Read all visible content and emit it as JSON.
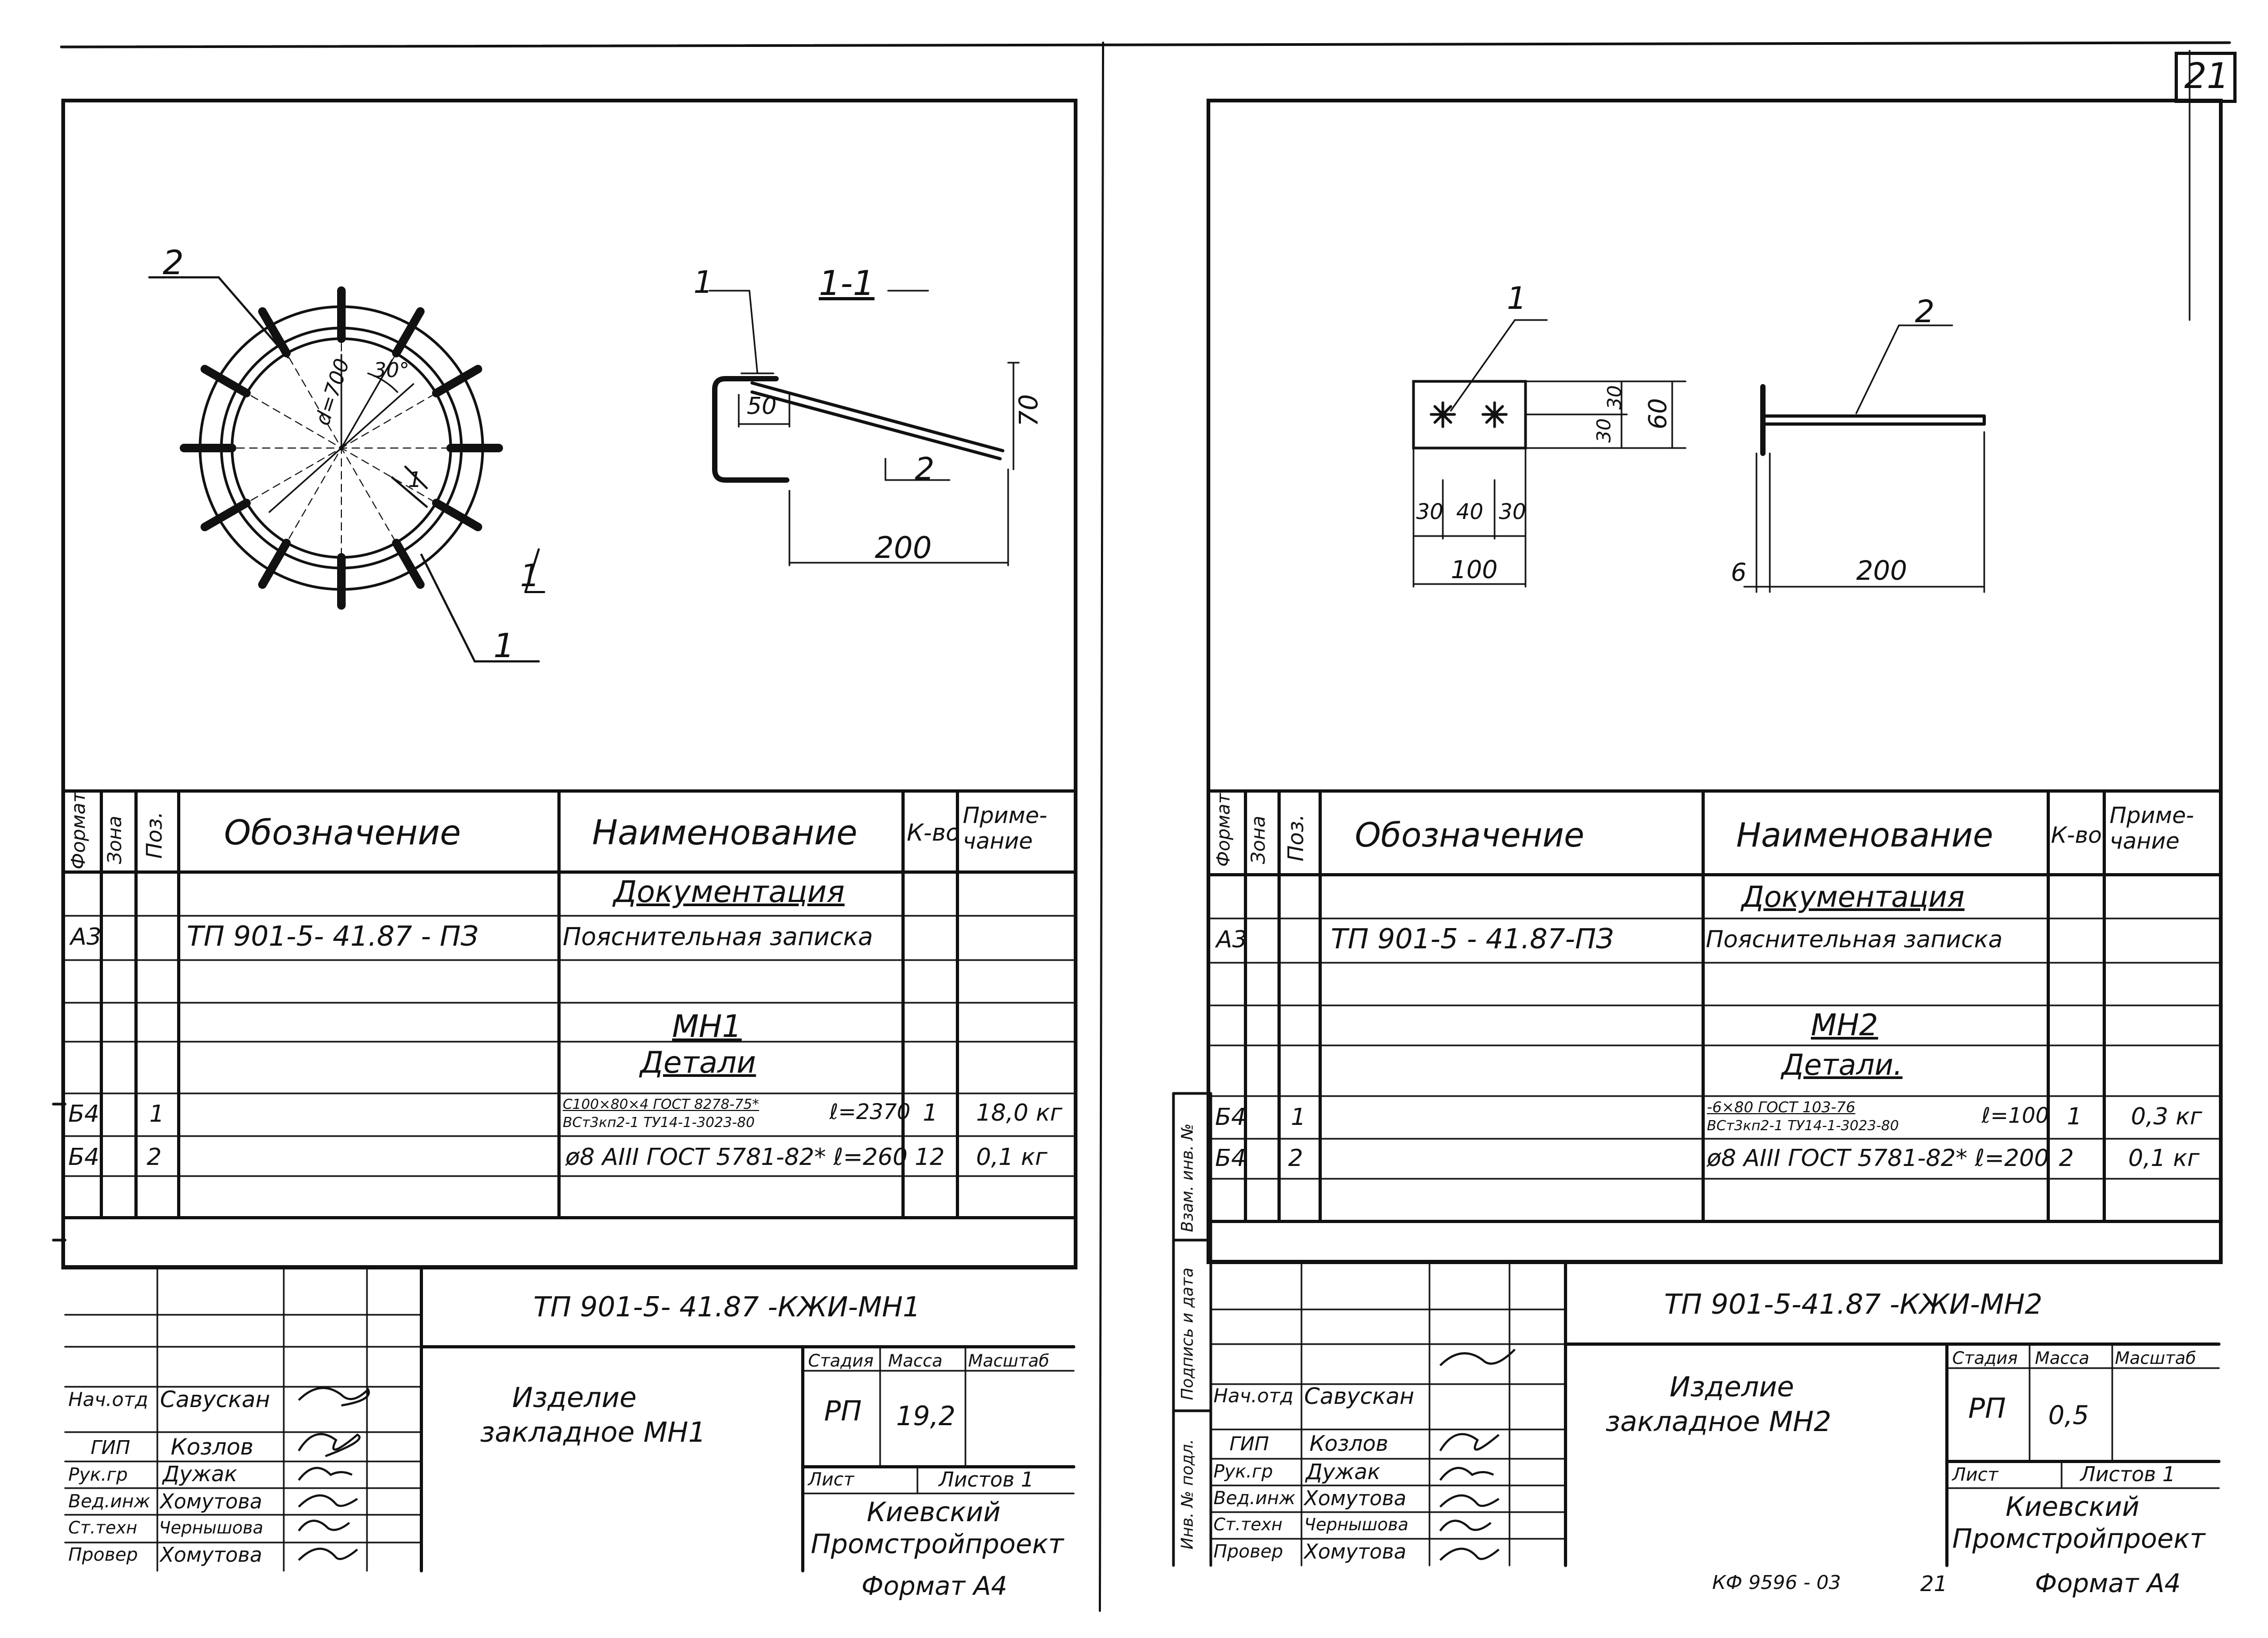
{
  "page_number": "21",
  "left": {
    "title_block": {
      "code": "ТП 901-5- 41.87 -КЖИ-МН1",
      "item_name_line1": "Изделие",
      "item_name_line2": "закладное  МН1",
      "stage_header": "Стадия",
      "mass_header": "Масса",
      "scale_header": "Масштаб",
      "stage": "РП",
      "mass": "19,2",
      "sheet_label": "Лист",
      "sheets_label": "Листов 1",
      "org_line1": "Киевский",
      "org_line2": "Промстройпроект",
      "people": [
        {
          "role": "Нач.отд",
          "name": "Савускан"
        },
        {
          "role": "ГИП",
          "name": "Козлов"
        },
        {
          "role": "Рук.гр",
          "name": "Дужак"
        },
        {
          "role": "Вед.инж",
          "name": "Хомутова"
        },
        {
          "role": "Ст.техн",
          "name": "Чернышова"
        },
        {
          "role": "Провер",
          "name": "Хомутова"
        }
      ],
      "format": "Формат  А4"
    },
    "spec": {
      "headers": {
        "format": "Формат",
        "zone": "Зона",
        "pos": "Поз.",
        "designation": "Обозначение",
        "name": "Наименование",
        "qty": "К-во",
        "note": "Приме-чание"
      },
      "section_docs": "Документация",
      "doc_row": {
        "format": "А3",
        "designation": "ТП 901-5- 41.87 - ПЗ",
        "name": "Пояснительная  записка"
      },
      "item_title": "МН1",
      "details_title": "Детали",
      "rows": [
        {
          "format": "Б4",
          "pos": "1",
          "name_top": "С100×80×4 ГОСТ 8278-75*",
          "name_bottom": "ВСт3кп2-1 ТУ14-1-3023-80",
          "length": "ℓ=2370",
          "qty": "1",
          "note": "18,0 кг"
        },
        {
          "format": "Б4",
          "pos": "2",
          "name": "ø8 АIII ГОСТ 5781-82* ℓ=260",
          "qty": "12",
          "note": "0,1 кг"
        }
      ]
    },
    "drawing": {
      "leader_1": "1",
      "leader_2": "2",
      "angle": "30°",
      "diameter": "d=700",
      "section_title": "1-1",
      "section_mark": "1",
      "dim_50": "50",
      "dim_70": "70",
      "dim_200": "200",
      "sec_leader_1": "1",
      "sec_leader_2": "2",
      "cut_mark_1": "1",
      "cut_mark_2": "1"
    }
  },
  "right": {
    "title_block": {
      "code": "ТП 901-5-41.87 -КЖИ-МН2",
      "item_name_line1": "Изделие",
      "item_name_line2": "закладное  МН2",
      "stage_header": "Стадия",
      "mass_header": "Масса",
      "scale_header": "Масштаб",
      "stage": "РП",
      "mass": "0,5",
      "sheet_label": "Лист",
      "sheets_label": "Листов 1",
      "org_line1": "Киевский",
      "org_line2": "Промстройпроект",
      "people": [
        {
          "role": "Нач.отд",
          "name": "Савускан"
        },
        {
          "role": "ГИП",
          "name": "Козлов"
        },
        {
          "role": "Рук.гр",
          "name": "Дужак"
        },
        {
          "role": "Вед.инж",
          "name": "Хомутова"
        },
        {
          "role": "Ст.техн",
          "name": "Чернышова"
        },
        {
          "role": "Провер",
          "name": "Хомутова"
        }
      ],
      "format": "Формат  А4",
      "archive_code": "КФ 9596 - 03",
      "archive_sheet": "21"
    },
    "side_labels": {
      "inv": "Инв. № подл.",
      "sign": "Подпись и дата",
      "vzam": "Взам. инв. №"
    },
    "spec": {
      "headers": {
        "format": "Формат",
        "zone": "Зона",
        "pos": "Поз.",
        "designation": "Обозначение",
        "name": "Наименование",
        "qty": "К-во",
        "note": "Приме-чание"
      },
      "section_docs": "Документация",
      "doc_row": {
        "format": "А3",
        "designation": "ТП 901-5 - 41.87-ПЗ",
        "name": "Пояснительная  записка"
      },
      "item_title": "МН2",
      "details_title": "Детали.",
      "rows": [
        {
          "format": "Б4",
          "pos": "1",
          "name_top": "-6×80 ГОСТ 103-76",
          "name_bottom": "ВСт3кп2-1 ТУ14-1-3023-80",
          "length": "ℓ=100",
          "qty": "1",
          "note": "0,3 кг"
        },
        {
          "format": "Б4",
          "pos": "2",
          "name": "ø8 АIII ГОСТ 5781-82* ℓ=200",
          "qty": "2",
          "note": "0,1 кг"
        }
      ]
    },
    "drawing": {
      "leader_1": "1",
      "leader_2": "2",
      "dim_30a": "30",
      "dim_40": "40",
      "dim_30b": "30",
      "dim_100": "100",
      "dim_30c": "30",
      "dim_30d": "30",
      "dim_60": "60",
      "dim_6": "6",
      "dim_200": "200"
    }
  }
}
